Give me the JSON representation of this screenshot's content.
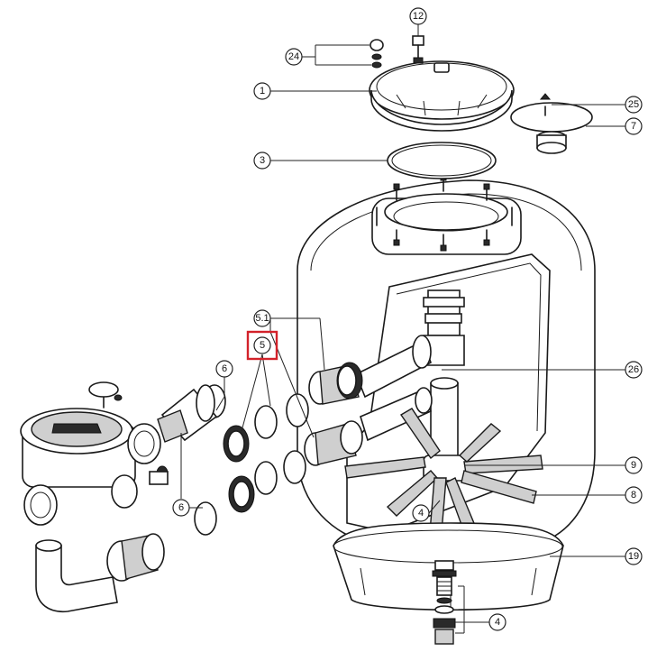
{
  "callouts": {
    "c12": "12",
    "c24": "24",
    "c1": "1",
    "c25": "25",
    "c7": "7",
    "c3": "3",
    "c51": "5.1",
    "c5": "5",
    "c6a": "6",
    "c26": "26",
    "c9": "9",
    "c8": "8",
    "c6b": "6",
    "c4a": "4",
    "c19": "19",
    "c4b": "4"
  },
  "highlight": {
    "part": "5",
    "color": "#d3222a"
  }
}
